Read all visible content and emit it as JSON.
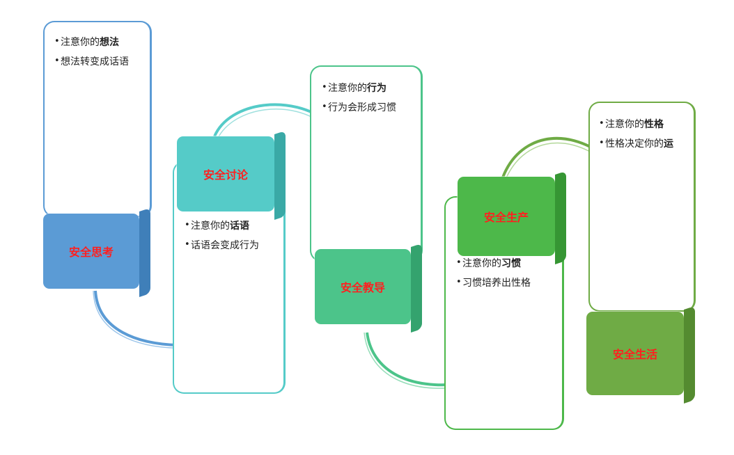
{
  "stages": [
    {
      "label": "安全思考",
      "bullets": [
        {
          "prefix": "注意你的",
          "bold": "想法",
          "suffix": ""
        },
        {
          "prefix": "想法转变成话语",
          "bold": "",
          "suffix": ""
        }
      ]
    },
    {
      "label": "安全讨论",
      "bullets": [
        {
          "prefix": "注意你的",
          "bold": "话语",
          "suffix": ""
        },
        {
          "prefix": "话语会变成行为",
          "bold": "",
          "suffix": ""
        }
      ]
    },
    {
      "label": "安全教导",
      "bullets": [
        {
          "prefix": "注意你的",
          "bold": "行为",
          "suffix": ""
        },
        {
          "prefix": "行为会形成习惯",
          "bold": "",
          "suffix": ""
        }
      ]
    },
    {
      "label": "安全生产",
      "bullets": [
        {
          "prefix": "注意你的",
          "bold": "习惯",
          "suffix": ""
        },
        {
          "prefix": "习惯培养出性格",
          "bold": "",
          "suffix": ""
        }
      ]
    },
    {
      "label": "安全生活",
      "bullets": [
        {
          "prefix": "注意你的",
          "bold": "性格",
          "suffix": ""
        },
        {
          "prefix": "性格决定你的",
          "bold": "运",
          "suffix": ""
        }
      ]
    }
  ],
  "colors": {
    "blue": "#5b9bd5",
    "teal": "#55cbc8",
    "green": "#4cc48a",
    "brightgreen": "#4db84a",
    "olive": "#6fab45",
    "label": "#ff1f1f"
  }
}
